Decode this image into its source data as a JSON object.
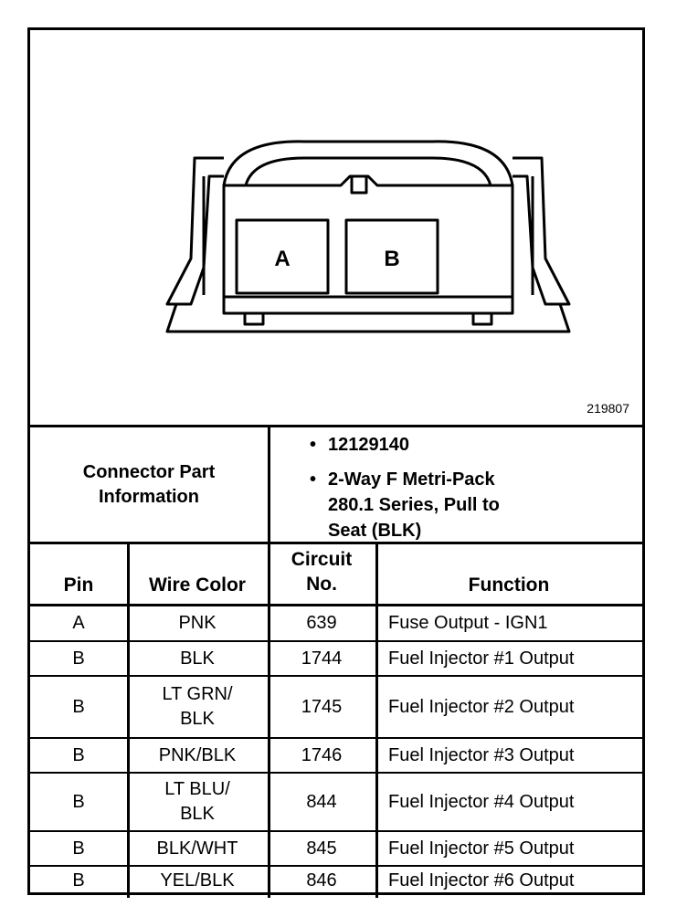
{
  "figure": {
    "pin_a_label": "A",
    "pin_b_label": "B",
    "figure_id": "219807"
  },
  "connector_info": {
    "label_line1": "Connector Part",
    "label_line2": "Information",
    "part_number": "12129140",
    "description_line1": "2-Way F Metri-Pack",
    "description_line2": "280.1 Series, Pull to",
    "description_line3": "Seat (BLK)",
    "bullet": "•"
  },
  "table": {
    "headers": {
      "pin": "Pin",
      "wire_color": "Wire Color",
      "circuit_line1": "Circuit",
      "circuit_line2": "No.",
      "function": "Function"
    },
    "rows": [
      {
        "pin": "A",
        "wire1": "PNK",
        "wire2": "",
        "circuit": "639",
        "function": "Fuse Output - IGN1"
      },
      {
        "pin": "B",
        "wire1": "BLK",
        "wire2": "",
        "circuit": "1744",
        "function": "Fuel Injector #1 Output"
      },
      {
        "pin": "B",
        "wire1": "LT GRN/",
        "wire2": "BLK",
        "circuit": "1745",
        "function": "Fuel Injector #2 Output"
      },
      {
        "pin": "B",
        "wire1": "PNK/BLK",
        "wire2": "",
        "circuit": "1746",
        "function": "Fuel Injector #3 Output"
      },
      {
        "pin": "B",
        "wire1": "LT BLU/",
        "wire2": "BLK",
        "circuit": "844",
        "function": "Fuel Injector #4 Output"
      },
      {
        "pin": "B",
        "wire1": "BLK/WHT",
        "wire2": "",
        "circuit": "845",
        "function": "Fuel Injector #5 Output"
      },
      {
        "pin": "B",
        "wire1": "YEL/BLK",
        "wire2": "",
        "circuit": "846",
        "function": "Fuel Injector #6 Output"
      }
    ]
  }
}
